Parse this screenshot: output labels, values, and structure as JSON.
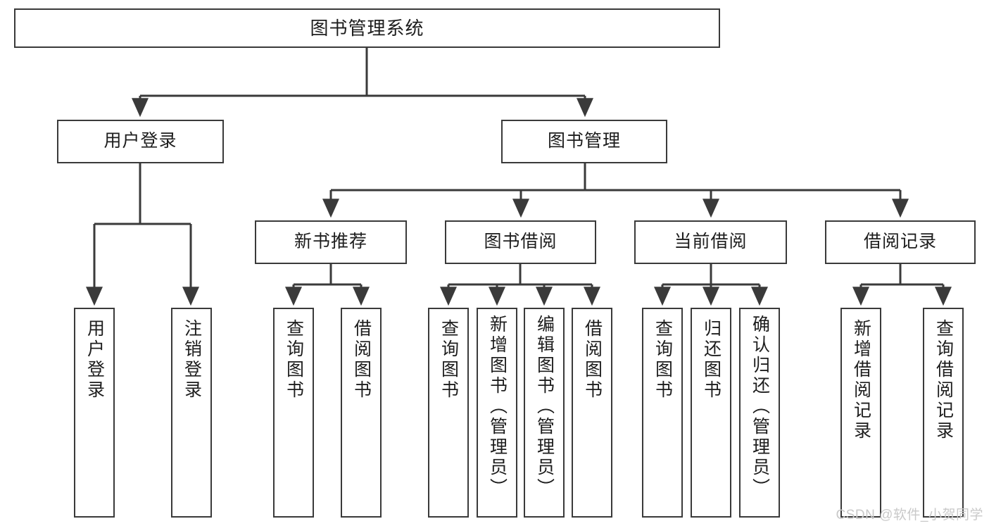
{
  "diagram": {
    "type": "tree-hierarchy-chart",
    "title": "图书管理系统",
    "colors": {
      "box_border": "#3a3a3a",
      "box_fill": "#ffffff",
      "edge": "#3a3a3a",
      "text": "#1d1d1d",
      "watermark": "#c9c9c9",
      "background": "#ffffff"
    },
    "root": {
      "id": "root",
      "label": "图书管理系统"
    },
    "level2": [
      {
        "id": "user-login",
        "label": "用户登录"
      },
      {
        "id": "book-management",
        "label": "图书管理"
      }
    ],
    "level3": [
      {
        "id": "new-book-recommend",
        "label": "新书推荐"
      },
      {
        "id": "book-borrow",
        "label": "图书借阅"
      },
      {
        "id": "current-borrow",
        "label": "当前借阅"
      },
      {
        "id": "borrow-record",
        "label": "借阅记录"
      }
    ],
    "leaves": {
      "user_login": [
        {
          "id": "leaf-user-login",
          "label": "用户登录"
        },
        {
          "id": "leaf-logout",
          "label": "注销登录"
        }
      ],
      "new_book_recommend": [
        {
          "id": "leaf-query-book-1",
          "label": "查询图书"
        },
        {
          "id": "leaf-borrow-book-1",
          "label": "借阅图书"
        }
      ],
      "book_borrow": [
        {
          "id": "leaf-query-book-2",
          "label": "查询图书"
        },
        {
          "id": "leaf-add-book",
          "label": "新增图书（管理员）"
        },
        {
          "id": "leaf-edit-book",
          "label": "编辑图书（管理员）"
        },
        {
          "id": "leaf-borrow-book-2",
          "label": "借阅图书"
        }
      ],
      "current_borrow": [
        {
          "id": "leaf-query-book-3",
          "label": "查询图书"
        },
        {
          "id": "leaf-return-book",
          "label": "归还图书"
        },
        {
          "id": "leaf-confirm-return",
          "label": "确认归还（管理员）"
        }
      ],
      "borrow_record": [
        {
          "id": "leaf-add-record",
          "label": "新增借阅记录"
        },
        {
          "id": "leaf-query-record",
          "label": "查询借阅记录"
        }
      ]
    }
  },
  "watermark": {
    "text": "CSDN @软件_小贺同学"
  }
}
